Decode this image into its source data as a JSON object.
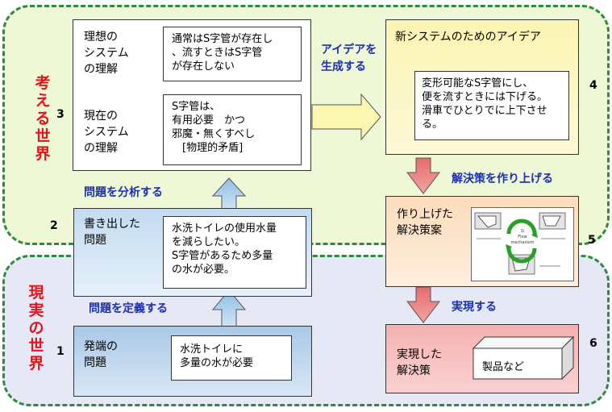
{
  "worlds": {
    "thinking": "考える世界",
    "real": "現実の世界"
  },
  "steps": {
    "s1": {
      "num": "1",
      "label": "発端の\n問題",
      "detail": "水洗トイレに\n多量の水が必要"
    },
    "s2": {
      "num": "2",
      "label": "書き出した\n問題",
      "detail": "水洗トイレの使用水量\nを減らしたい。\nS字管があるため多量\nの水が必要。"
    },
    "s3": {
      "num": "3",
      "ideal_label": "理想の\nシステム\nの理解",
      "ideal_detail": "通常はS字管が存在し\n、流すときはS字管\nが存在しない",
      "current_label": "現在の\nシステム\nの理解",
      "current_detail": "S字管は、\n有用必要　かつ\n邪魔・無くすべし\n　[物理的矛盾]"
    },
    "s4": {
      "num": "4",
      "title": "新システムのためのアイデア",
      "detail": "変形可能なS字管にし、\n便を流すときには下げる。\n滑車でひとりでに上下させ\nる。"
    },
    "s5": {
      "num": "5",
      "label": "作り上げた\n解決策案",
      "fig_center": "3/\nFlow\nmechanism"
    },
    "s6": {
      "num": "6",
      "label": "実現した\n解決策",
      "product": "製品など"
    }
  },
  "transitions": {
    "define": "問題を定義する",
    "analyze": "問題を分析する",
    "generate": "アイデアを\n生成する",
    "build": "解決策を作り上げる",
    "realize": "実現する"
  },
  "colors": {
    "region_border": "#2e8b3e",
    "thinking_bg": "#eef7d6",
    "real_bg": "#e6e8f6",
    "world_text": "#e8121a",
    "transition_text": "#1a2fb0",
    "arrow_blue": "#a9cfee",
    "arrow_red": "#ec7e7e",
    "arrow_yellow": "#fbf6b0"
  }
}
